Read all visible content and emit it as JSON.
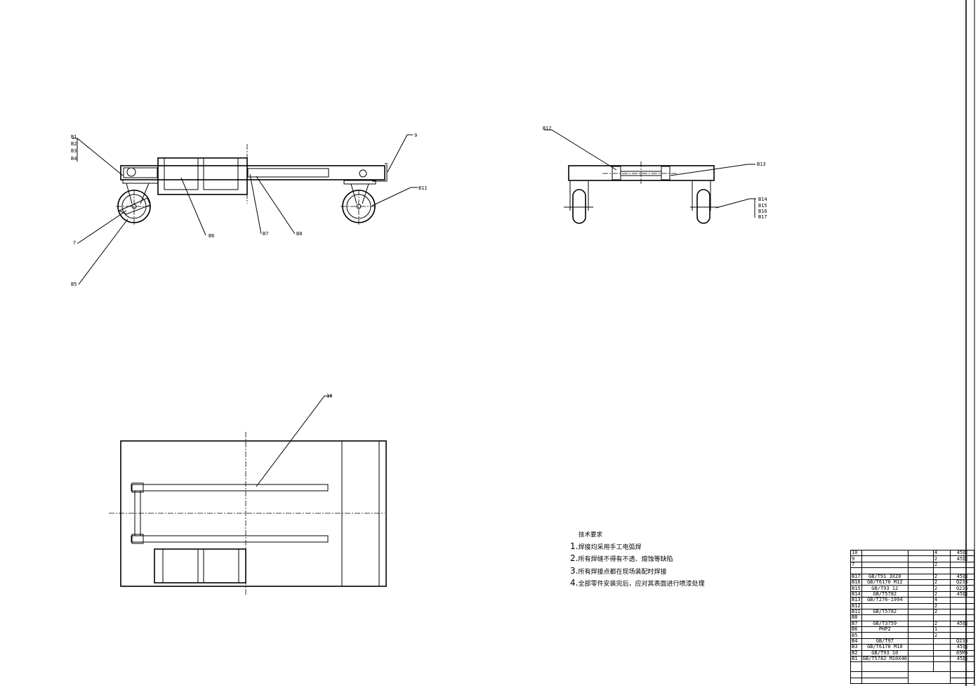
{
  "side_view": {
    "labels": [
      "B1",
      "B2",
      "B3",
      "B4",
      "9",
      "B11",
      "7",
      "B5",
      "B6",
      "B7",
      "B8"
    ]
  },
  "end_view": {
    "labels": [
      "B12",
      "B13",
      "B14",
      "B15",
      "B16",
      "B17"
    ]
  },
  "plan_view": {
    "labels": [
      "10"
    ]
  },
  "tech_requirements": {
    "title": "技术要求",
    "items": [
      {
        "num": "1.",
        "text": "焊接均采用手工电弧焊"
      },
      {
        "num": "2.",
        "text": "所有焊缝不得有不透、熔蚀等缺陷"
      },
      {
        "num": "3.",
        "text": "所有焊接点都在现场装配时焊接"
      },
      {
        "num": "4.",
        "text": "全部零件安装完后，应对其表面进行喷漆处理"
      }
    ]
  },
  "bom": {
    "rows": [
      {
        "no": "10",
        "code": "",
        "qty": "4",
        "mat": "45钢"
      },
      {
        "no": "9",
        "code": "",
        "qty": "2",
        "mat": "45钢"
      },
      {
        "no": "7",
        "code": "",
        "qty": "2",
        "mat": ""
      },
      {
        "no": "",
        "code": "",
        "qty": "",
        "mat": ""
      },
      {
        "no": "B17",
        "code": "GB/T91 3X20",
        "qty": "2",
        "mat": "45钢"
      },
      {
        "no": "B16",
        "code": "GB/T6170 M12",
        "qty": "2",
        "mat": "Q235"
      },
      {
        "no": "B15",
        "code": "GB/T93 12",
        "qty": "2",
        "mat": "Q235"
      },
      {
        "no": "B14",
        "code": "GB/T5782",
        "qty": "2",
        "mat": "45钢"
      },
      {
        "no": "B13",
        "code": "GB/T276-1994",
        "qty": "4",
        "mat": ""
      },
      {
        "no": "B12",
        "code": "",
        "qty": "2",
        "mat": ""
      },
      {
        "no": "B11",
        "code": "GB/T5782",
        "qty": "2",
        "mat": ""
      },
      {
        "no": "B8",
        "code": "",
        "qty": "",
        "mat": ""
      },
      {
        "no": "B7",
        "code": "GB/T3759",
        "qty": "2",
        "mat": "45钢"
      },
      {
        "no": "B6",
        "code": "PHP2",
        "qty": "1",
        "mat": ""
      },
      {
        "no": "B5",
        "code": "",
        "qty": "2",
        "mat": ""
      },
      {
        "no": "B4",
        "code": "GB/T97",
        "qty": "",
        "mat": "Q235"
      },
      {
        "no": "B3",
        "code": "GB/T6170 M10",
        "qty": "",
        "mat": "45钢"
      },
      {
        "no": "B2",
        "code": "GB/T93 10",
        "qty": "",
        "mat": "65Mn"
      },
      {
        "no": "B1",
        "code": "GB/T5782 M10X40",
        "qty": "",
        "mat": "45钢"
      }
    ]
  }
}
